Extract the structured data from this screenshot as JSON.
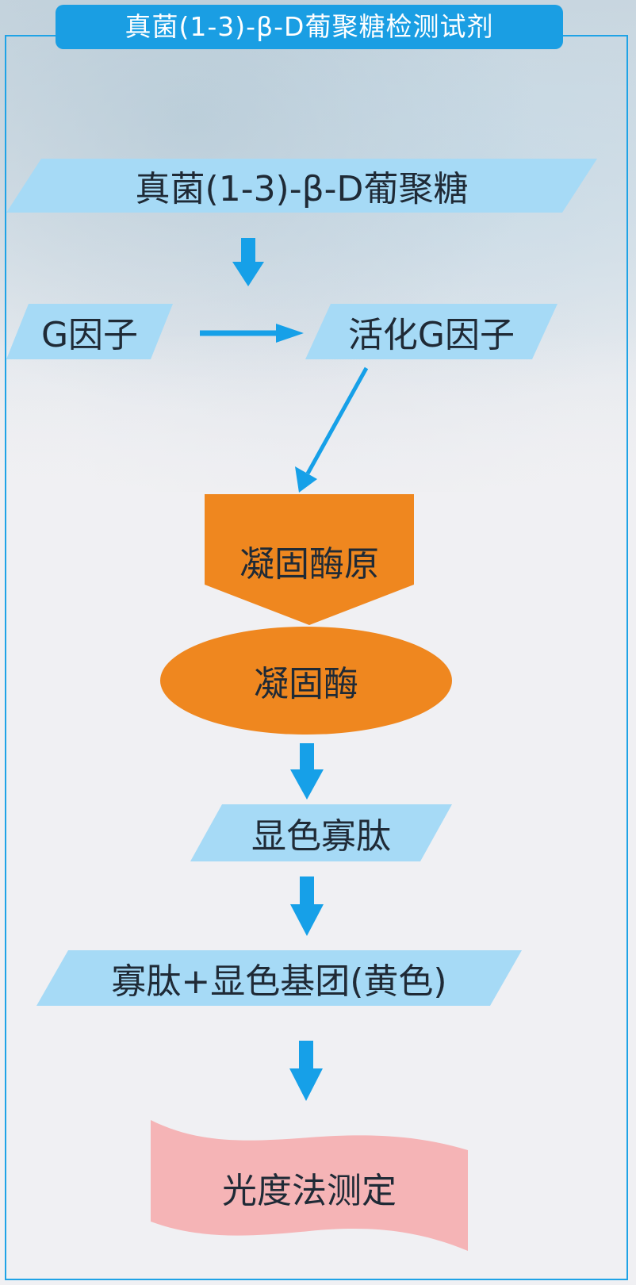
{
  "title": "真菌(1-3)-β-D葡聚糖检测试剂",
  "steps": {
    "glucan": "真菌(1-3)-β-D葡聚糖",
    "g_factor": "G因子",
    "activated_g_factor": "活化G因子",
    "proclotting_enzyme": "凝固酶原",
    "clotting_enzyme": "凝固酶",
    "chromogenic_peptide": "显色寡肽",
    "peptide_plus_chromophore": "寡肽+显色基团(黄色)",
    "photometric_measurement": "光度法测定"
  },
  "colors": {
    "accent_blue": "#1a9ee3",
    "node_light_blue": "#a6daf6",
    "enzyme_orange": "#ef871f",
    "measure_pink": "#f5b4b6",
    "background": "#f0f0f3"
  }
}
